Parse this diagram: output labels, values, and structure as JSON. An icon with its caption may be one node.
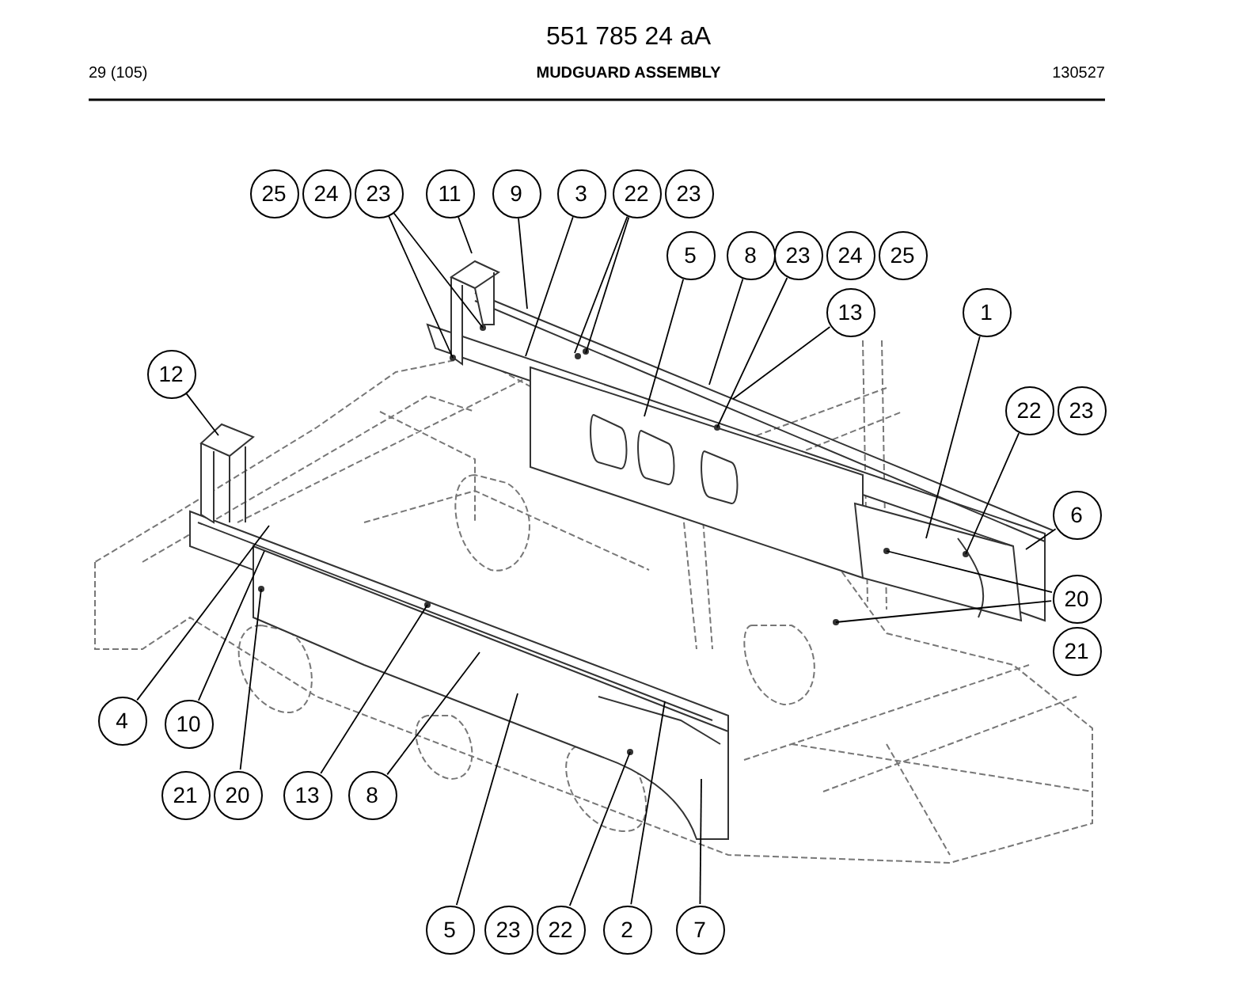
{
  "diagram": {
    "title": "MUDGUARD ASSEMBLY",
    "nodes": [
      {
        "text": [
          "25"
        ]
      },
      {
        "text": [
          "24"
        ]
      },
      {
        "text": [
          "23"
        ]
      },
      {
        "text": [
          "11"
        ]
      },
      {
        "text": [
          "9"
        ]
      },
      {
        "text": [
          "3"
        ]
      },
      {
        "text": [
          "22"
        ]
      },
      {
        "text": [
          "23"
        ]
      },
      {
        "text": [
          "5"
        ]
      },
      {
        "text": [
          "8"
        ]
      },
      {
        "text": [
          "23"
        ]
      },
      {
        "text": [
          "24"
        ]
      },
      {
        "text": [
          "25"
        ]
      },
      {
        "text": [
          "13"
        ]
      },
      {
        "text": [
          "1"
        ]
      },
      {
        "text": [
          "12"
        ]
      },
      {
        "text": [
          "22"
        ]
      },
      {
        "text": [
          "23"
        ]
      },
      {
        "text": [
          "6"
        ]
      },
      {
        "text": [
          "20"
        ]
      },
      {
        "text": [
          "21"
        ]
      },
      {
        "text": [
          "4"
        ]
      },
      {
        "text": [
          "10"
        ]
      },
      {
        "text": [
          "21"
        ]
      },
      {
        "text": [
          "20"
        ]
      },
      {
        "text": [
          "13"
        ]
      },
      {
        "text": [
          "8"
        ]
      },
      {
        "text": [
          "5"
        ]
      },
      {
        "text": [
          "23"
        ]
      },
      {
        "text": [
          "22"
        ]
      },
      {
        "text": [
          "2"
        ]
      },
      {
        "text": [
          "7"
        ]
      }
    ],
    "edges": [
      {
        "from": 2,
        "to": null,
        "arrow": "none"
      },
      {
        "from": 2,
        "to": null,
        "arrow": "none"
      },
      {
        "from": 3,
        "to": null,
        "arrow": "none"
      },
      {
        "from": 4,
        "to": null,
        "arrow": "none"
      },
      {
        "from": 5,
        "to": null,
        "arrow": "none"
      },
      {
        "from": 6,
        "to": null,
        "arrow": "none"
      },
      {
        "from": 6,
        "to": null,
        "arrow": "none"
      },
      {
        "from": 8,
        "to": null,
        "arrow": "none"
      },
      {
        "from": 9,
        "to": null,
        "arrow": "none"
      },
      {
        "from": 10,
        "to": null,
        "arrow": "none"
      },
      {
        "from": 13,
        "to": null,
        "arrow": "none"
      },
      {
        "from": 14,
        "to": null,
        "arrow": "none"
      },
      {
        "from": 15,
        "to": null,
        "arrow": "none"
      },
      {
        "from": 16,
        "to": null,
        "arrow": "none"
      },
      {
        "from": 18,
        "to": null,
        "arrow": "none"
      },
      {
        "from": 19,
        "to": null,
        "arrow": "none"
      },
      {
        "from": 19,
        "to": null,
        "arrow": "none"
      },
      {
        "from": 21,
        "to": null,
        "arrow": "none"
      },
      {
        "from": 22,
        "to": null,
        "arrow": "none"
      },
      {
        "from": 24,
        "to": null,
        "arrow": "none"
      },
      {
        "from": 25,
        "to": null,
        "arrow": "none"
      },
      {
        "from": 26,
        "to": null,
        "arrow": "none"
      },
      {
        "from": 27,
        "to": null,
        "arrow": "none"
      },
      {
        "from": 29,
        "to": null,
        "arrow": "none"
      },
      {
        "from": 30,
        "to": null,
        "arrow": "none"
      },
      {
        "from": 31,
        "to": null,
        "arrow": "none"
      }
    ],
    "labels": [
      "551 785 24 aA",
      "29 (105)",
      "130527"
    ]
  }
}
